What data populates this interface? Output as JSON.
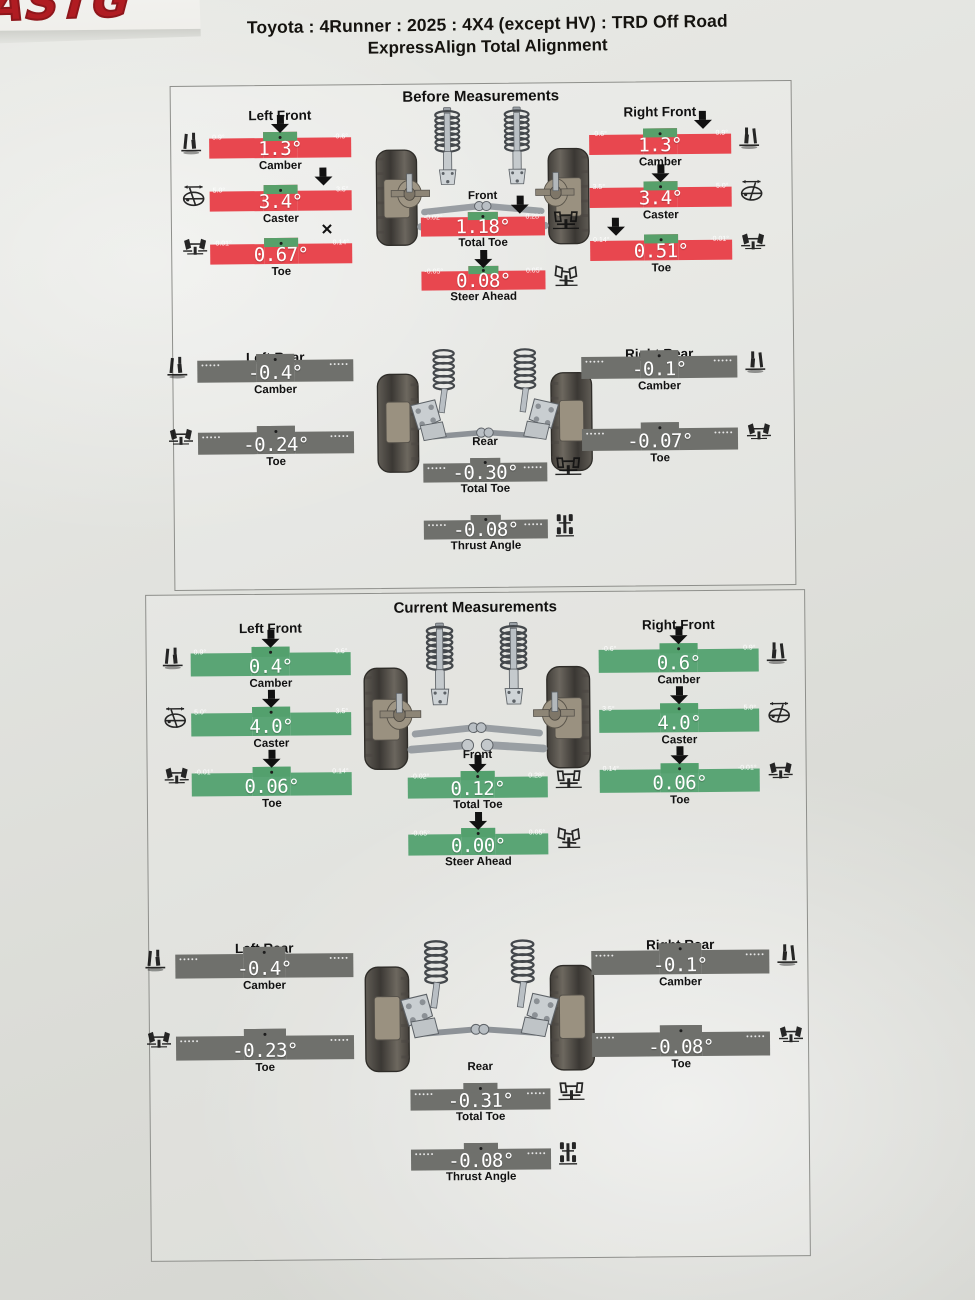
{
  "document": {
    "title_line1": "Toyota : 4Runner : 2025 : 4X4 (except HV) : TRD Off Road",
    "title_line2": "ExpressAlign Total Alignment",
    "corner_logo_text": "ASTG"
  },
  "sections": [
    {
      "id": "before",
      "heading": "Before Measurements",
      "center_front_label": "Front",
      "center_rear_label": "Rear",
      "front": {
        "left_title": "Left Front",
        "right_title": "Right Front",
        "left": [
          {
            "label": "Camber",
            "value": "1.3°",
            "left_limit": "0.9°",
            "right_limit": "-0.6°",
            "status": "red",
            "arrow": "center",
            "mark": ""
          },
          {
            "label": "Caster",
            "value": "3.4°",
            "left_limit": "5.0°",
            "right_limit": "3.5°",
            "status": "red",
            "arrow": "right",
            "mark": ""
          },
          {
            "label": "Toe",
            "value": "0.67°",
            "left_limit": "-0.01°",
            "right_limit": "0.14°",
            "status": "red",
            "arrow": "none",
            "mark": "x"
          }
        ],
        "right": [
          {
            "label": "Camber",
            "value": "1.3°",
            "left_limit": "-0.6°",
            "right_limit": "0.9°",
            "status": "red",
            "arrow": "right",
            "mark": ""
          },
          {
            "label": "Caster",
            "value": "3.4°",
            "left_limit": "3.5°",
            "right_limit": "5.0°",
            "status": "red",
            "arrow": "center",
            "mark": ""
          },
          {
            "label": "Toe",
            "value": "0.51°",
            "left_limit": "0.14°",
            "right_limit": "-0.01°",
            "status": "red",
            "arrow": "left",
            "mark": ""
          }
        ],
        "center": [
          {
            "label": "Total Toe",
            "value": "1.18°",
            "left_limit": "-0.02°",
            "right_limit": "0.28°",
            "status": "red",
            "arrow": "right",
            "icon": "total-toe-icon"
          },
          {
            "label": "Steer Ahead",
            "value": "0.08°",
            "left_limit": "-0.05°",
            "right_limit": "0.05°",
            "status": "red",
            "arrow": "center",
            "icon": "steer-ahead-icon"
          }
        ]
      },
      "rear": {
        "left_title": "Left Rear",
        "right_title": "Right Rear",
        "left": [
          {
            "label": "Camber",
            "value": "-0.4°",
            "left_limit": "",
            "right_limit": "",
            "status": "grey",
            "arrow": "none",
            "mark": ""
          },
          {
            "label": "Toe",
            "value": "-0.24°",
            "left_limit": "",
            "right_limit": "",
            "status": "grey",
            "arrow": "none",
            "mark": ""
          }
        ],
        "right": [
          {
            "label": "Camber",
            "value": "-0.1°",
            "left_limit": "",
            "right_limit": "",
            "status": "grey",
            "arrow": "none",
            "mark": ""
          },
          {
            "label": "Toe",
            "value": "-0.07°",
            "left_limit": "",
            "right_limit": "",
            "status": "grey",
            "arrow": "none",
            "mark": ""
          }
        ],
        "center": [
          {
            "label": "Total Toe",
            "value": "-0.30°",
            "left_limit": "",
            "right_limit": "",
            "status": "grey",
            "arrow": "none",
            "icon": "total-toe-icon"
          },
          {
            "label": "Thrust Angle",
            "value": "-0.08°",
            "left_limit": "",
            "right_limit": "",
            "status": "grey",
            "arrow": "none",
            "icon": "thrust-angle-icon"
          }
        ]
      }
    },
    {
      "id": "current",
      "heading": "Current Measurements",
      "center_front_label": "Front",
      "center_rear_label": "Rear",
      "front": {
        "left_title": "Left Front",
        "right_title": "Right Front",
        "left": [
          {
            "label": "Camber",
            "value": "0.4°",
            "left_limit": "0.9°",
            "right_limit": "-0.6°",
            "status": "green",
            "arrow": "center",
            "mark": ""
          },
          {
            "label": "Caster",
            "value": "4.0°",
            "left_limit": "5.0°",
            "right_limit": "3.5°",
            "status": "green",
            "arrow": "center",
            "mark": ""
          },
          {
            "label": "Toe",
            "value": "0.06°",
            "left_limit": "-0.01°",
            "right_limit": "0.14°",
            "status": "green",
            "arrow": "center",
            "mark": ""
          }
        ],
        "right": [
          {
            "label": "Camber",
            "value": "0.6°",
            "left_limit": "-0.6°",
            "right_limit": "0.9°",
            "status": "green",
            "arrow": "center",
            "mark": ""
          },
          {
            "label": "Caster",
            "value": "4.0°",
            "left_limit": "3.5°",
            "right_limit": "5.0°",
            "status": "green",
            "arrow": "center",
            "mark": ""
          },
          {
            "label": "Toe",
            "value": "0.06°",
            "left_limit": "0.14°",
            "right_limit": "-0.01°",
            "status": "green",
            "arrow": "center",
            "mark": ""
          }
        ],
        "center": [
          {
            "label": "Total Toe",
            "value": "0.12°",
            "left_limit": "-0.02°",
            "right_limit": "0.28°",
            "status": "green",
            "arrow": "center",
            "icon": "total-toe-icon"
          },
          {
            "label": "Steer Ahead",
            "value": "0.00°",
            "left_limit": "-0.05°",
            "right_limit": "0.05°",
            "status": "green",
            "arrow": "center",
            "icon": "steer-ahead-icon"
          }
        ]
      },
      "rear": {
        "left_title": "Left Rear",
        "right_title": "Right Rear",
        "left": [
          {
            "label": "Camber",
            "value": "-0.4°",
            "left_limit": "",
            "right_limit": "",
            "status": "grey",
            "arrow": "none",
            "mark": ""
          },
          {
            "label": "Toe",
            "value": "-0.23°",
            "left_limit": "",
            "right_limit": "",
            "status": "grey",
            "arrow": "none",
            "mark": ""
          }
        ],
        "right": [
          {
            "label": "Camber",
            "value": "-0.1°",
            "left_limit": "",
            "right_limit": "",
            "status": "grey",
            "arrow": "none",
            "mark": ""
          },
          {
            "label": "Toe",
            "value": "-0.08°",
            "left_limit": "",
            "right_limit": "",
            "status": "grey",
            "arrow": "none",
            "mark": ""
          }
        ],
        "center": [
          {
            "label": "Total Toe",
            "value": "-0.31°",
            "left_limit": "",
            "right_limit": "",
            "status": "grey",
            "arrow": "none",
            "icon": "total-toe-icon"
          },
          {
            "label": "Thrust Angle",
            "value": "-0.08°",
            "left_limit": "",
            "right_limit": "",
            "status": "grey",
            "arrow": "none",
            "icon": "thrust-angle-icon"
          }
        ]
      }
    }
  ],
  "colors": {
    "out_of_spec": "#e8474f",
    "in_spec": "#5aa575",
    "no_spec": "#6f706c",
    "spec_window": "#57a06a",
    "text_on_bar": "#ffffff"
  },
  "icons": {
    "camber": "camber-icon",
    "caster": "caster-icon",
    "toe": "toe-icon",
    "total_toe": "total-toe-icon",
    "steer_ahead": "steer-ahead-icon",
    "thrust_angle": "thrust-angle-icon"
  }
}
